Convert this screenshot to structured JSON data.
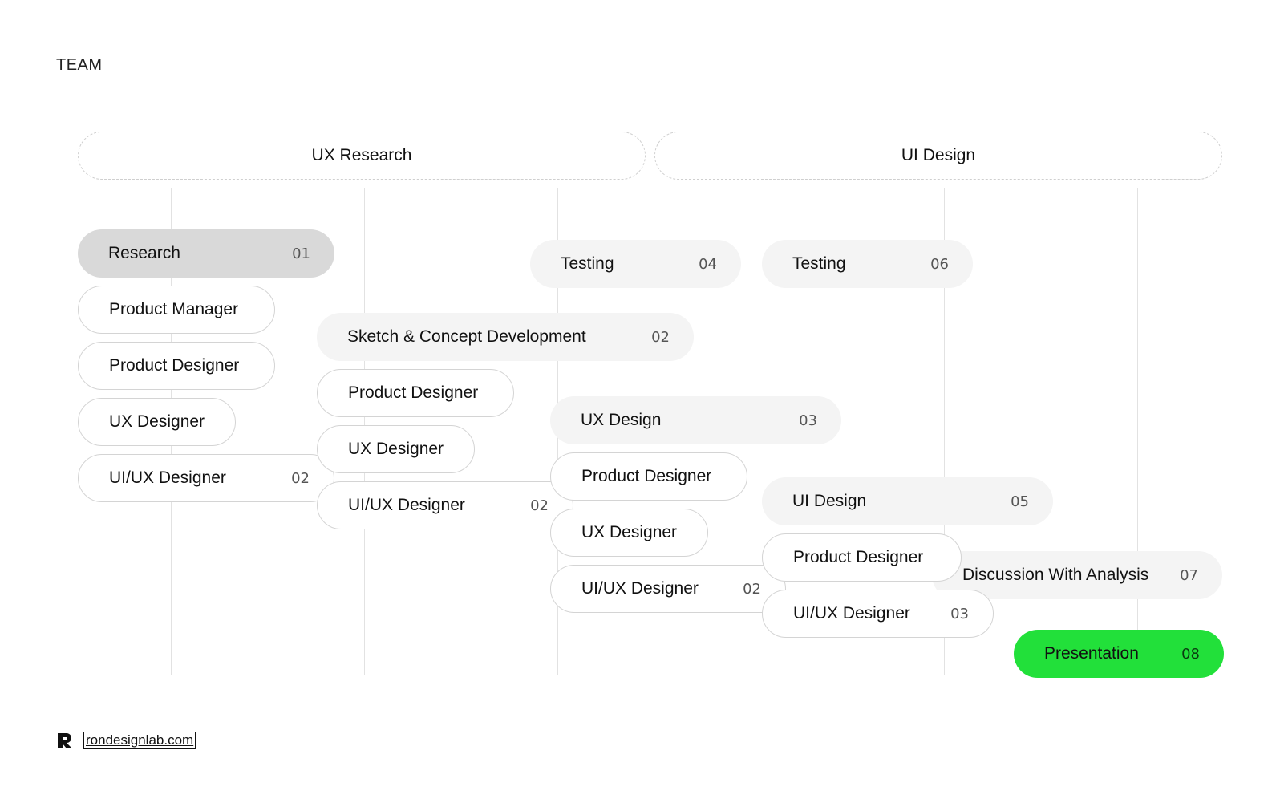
{
  "section_label": "TEAM",
  "phases": [
    {
      "label": "UX Research"
    },
    {
      "label": "UI Design"
    }
  ],
  "pills": [
    {
      "label": "Research",
      "num": "01"
    },
    {
      "label": "Product Manager",
      "num": ""
    },
    {
      "label": "Product Designer",
      "num": ""
    },
    {
      "label": "UX Designer",
      "num": ""
    },
    {
      "label": "UI/UX Designer",
      "num": "02"
    },
    {
      "label": "Sketch & Concept Development",
      "num": "02"
    },
    {
      "label": "Product Designer",
      "num": ""
    },
    {
      "label": "UX Designer",
      "num": ""
    },
    {
      "label": "UI/UX Designer",
      "num": "02"
    },
    {
      "label": "Testing",
      "num": "04"
    },
    {
      "label": "UX Design",
      "num": "03"
    },
    {
      "label": "Product Designer",
      "num": ""
    },
    {
      "label": "UX Designer",
      "num": ""
    },
    {
      "label": "UI/UX Designer",
      "num": "02"
    },
    {
      "label": "Testing",
      "num": "06"
    },
    {
      "label": "UI Design",
      "num": "05"
    },
    {
      "label": "Product Designer",
      "num": ""
    },
    {
      "label": "UI/UX Designer",
      "num": "03"
    },
    {
      "label": "Discussion With Analysis",
      "num": "07"
    },
    {
      "label": "Presentation",
      "num": "08"
    }
  ],
  "footer": {
    "logo_icon": "r-logo-icon",
    "link_text": "rondesignlab.com"
  },
  "colors": {
    "highlight": "#22e03a",
    "active": "#d9d9d9",
    "soft": "#f4f4f4",
    "outline": "#d4d4d4"
  }
}
